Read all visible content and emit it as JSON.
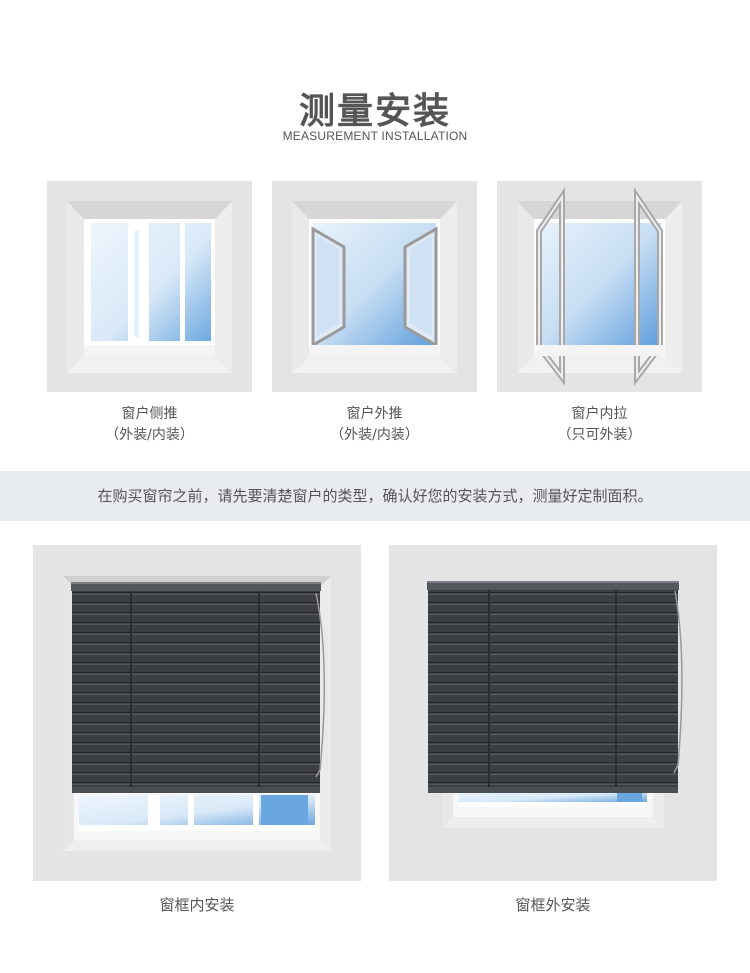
{
  "header": {
    "title": "测量安装",
    "subtitle": "MEASUREMENT INSTALLATION"
  },
  "window_types": [
    {
      "name": "窗户侧推",
      "note": "（外装/内装）"
    },
    {
      "name": "窗户外推",
      "note": "（外装/内装）"
    },
    {
      "name": "窗户内拉",
      "note": "（只可外装）"
    }
  ],
  "notice": "在购买窗帘之前，请先要清楚窗户的类型，确认好您的安装方式，测量好定制面积。",
  "install_types": [
    {
      "name": "窗框内安装"
    },
    {
      "name": "窗框外安装"
    }
  ],
  "colors": {
    "card_bg": "#e4e4e4",
    "frame": "#c8c8c8",
    "sky_light": "#e9f3fb",
    "sky_blue": "#6aa6e0",
    "blind": "#3a3d40",
    "banner_bg": "#e9ecef"
  }
}
